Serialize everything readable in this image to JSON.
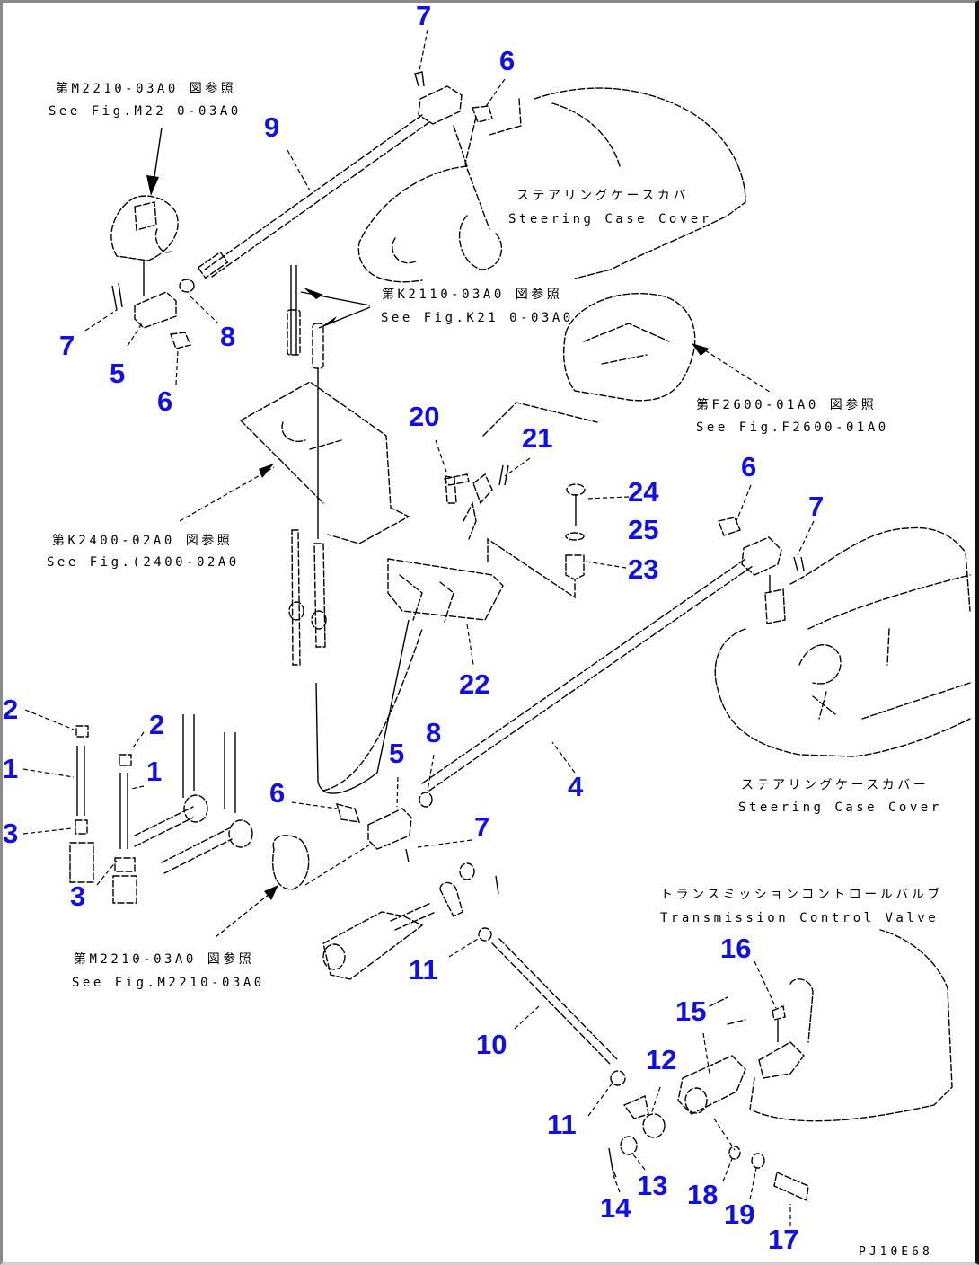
{
  "diagram": {
    "type": "exploded-parts-diagram",
    "document_id": "PJ10E68",
    "callout_color": "#1010e6",
    "callouts": [
      {
        "id": "c7a",
        "label": "7"
      },
      {
        "id": "c6a",
        "label": "6"
      },
      {
        "id": "c9",
        "label": "9"
      },
      {
        "id": "c7b",
        "label": "7"
      },
      {
        "id": "c8a",
        "label": "8"
      },
      {
        "id": "c5a",
        "label": "5"
      },
      {
        "id": "c6b",
        "label": "6"
      },
      {
        "id": "c20",
        "label": "20"
      },
      {
        "id": "c21",
        "label": "21"
      },
      {
        "id": "c24",
        "label": "24"
      },
      {
        "id": "c25",
        "label": "25"
      },
      {
        "id": "c23",
        "label": "23"
      },
      {
        "id": "c22",
        "label": "22"
      },
      {
        "id": "c6c",
        "label": "6"
      },
      {
        "id": "c7c",
        "label": "7"
      },
      {
        "id": "c2a",
        "label": "2"
      },
      {
        "id": "c1a",
        "label": "1"
      },
      {
        "id": "c3a",
        "label": "3"
      },
      {
        "id": "c2b",
        "label": "2"
      },
      {
        "id": "c1b",
        "label": "1"
      },
      {
        "id": "c3b",
        "label": "3"
      },
      {
        "id": "c6d",
        "label": "6"
      },
      {
        "id": "c5b",
        "label": "5"
      },
      {
        "id": "c8b",
        "label": "8"
      },
      {
        "id": "c4",
        "label": "4"
      },
      {
        "id": "c7d",
        "label": "7"
      },
      {
        "id": "c11a",
        "label": "11"
      },
      {
        "id": "c10",
        "label": "10"
      },
      {
        "id": "c16",
        "label": "16"
      },
      {
        "id": "c15",
        "label": "15"
      },
      {
        "id": "c12",
        "label": "12"
      },
      {
        "id": "c11b",
        "label": "11"
      },
      {
        "id": "c13",
        "label": "13"
      },
      {
        "id": "c14",
        "label": "14"
      },
      {
        "id": "c18",
        "label": "18"
      },
      {
        "id": "c19",
        "label": "19"
      },
      {
        "id": "c17",
        "label": "17"
      }
    ],
    "references": [
      {
        "id": "ref-m2210-top",
        "jp": "第M2210-03A0 図参照",
        "en": "See Fig.M22 0-03A0"
      },
      {
        "id": "ref-steering-top",
        "jp": "ステアリングケースカバ",
        "en": "Steering Case Cover"
      },
      {
        "id": "ref-k2110",
        "jp": "第K2110-03A0 図参照",
        "en": "See Fig.K21 0-03A0"
      },
      {
        "id": "ref-f2600",
        "jp": "第F2600-01A0 図参照",
        "en": "See Fig.F2600-01A0"
      },
      {
        "id": "ref-k2400",
        "jp": "第K2400-02A0 図参照",
        "en": "See Fig.(2400-02A0"
      },
      {
        "id": "ref-steering-right",
        "jp": "ステアリングケースカバー",
        "en": "Steering Case Cover"
      },
      {
        "id": "ref-transmission",
        "jp": "トランスミッションコントロールバルブ",
        "en": "Transmission Control Valve"
      },
      {
        "id": "ref-m2210-bottom",
        "jp": "第M2210-03A0 図参照",
        "en": "See Fig.M2210-03A0"
      }
    ]
  }
}
